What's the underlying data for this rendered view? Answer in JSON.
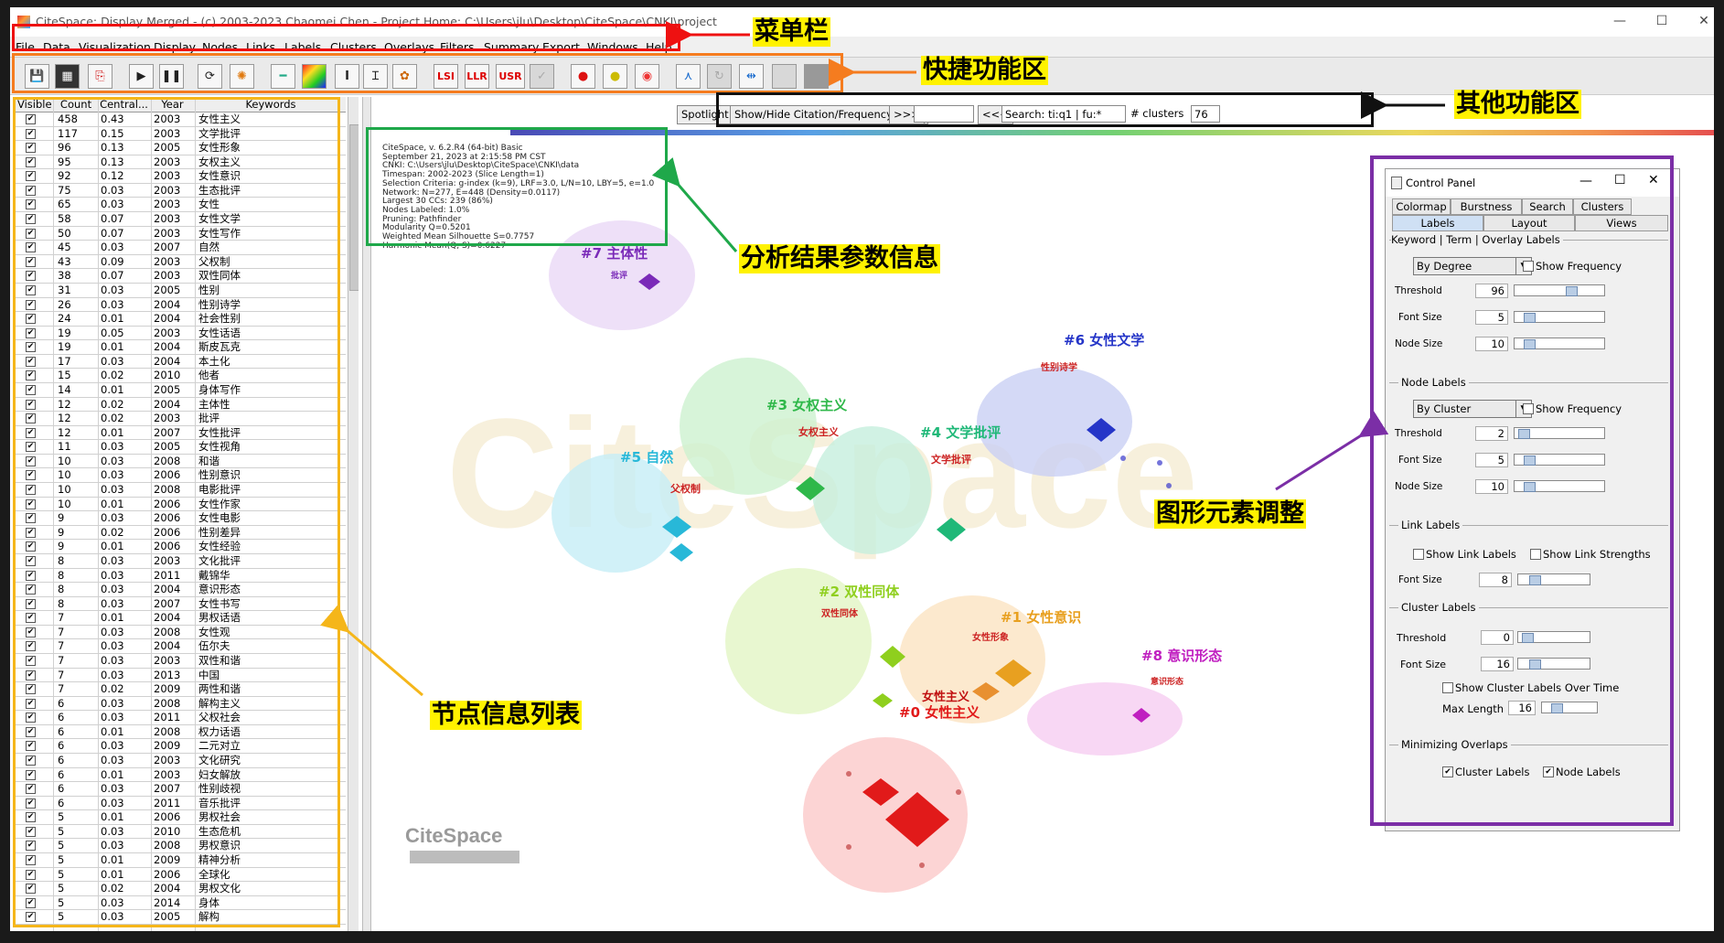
{
  "window": {
    "title": "CiteSpace: Display Merged - (c) 2003-2023 Chaomei Chen - Project Home: C:\\Users\\jlu\\Desktop\\CiteSpace\\CNKI\\project",
    "controls": [
      "—",
      "☐",
      "✕"
    ]
  },
  "menu": [
    "File",
    "Data",
    "Visualization",
    "Display",
    "Nodes",
    "Links",
    "Labels",
    "Clusters",
    "Overlays",
    "Filters",
    "Summary",
    "Export",
    "Windows",
    "Help"
  ],
  "toolbar": {
    "buttons": [
      "save-icon",
      "clapper-icon",
      "pdf-icon",
      "play-icon",
      "pause-icon",
      "refresh-icon",
      "burst-icon",
      "line-icon",
      "grid-icon",
      "text-bold-icon",
      "text-cursor-icon",
      "palette-icon",
      "LSI",
      "LLR",
      "USR",
      "disabled",
      "nodes-red-green-icon",
      "nodes-yellow-icon",
      "target-icon",
      "network-icon",
      "rotate-icon",
      "ruler-icon",
      "disabled2",
      "disabled3"
    ]
  },
  "table": {
    "headers": [
      "Visible",
      "Count",
      "Central...",
      "Year",
      "Keywords"
    ],
    "rows": [
      [
        "458",
        "0.43",
        "2003",
        "女性主义"
      ],
      [
        "117",
        "0.15",
        "2003",
        "文学批评"
      ],
      [
        "96",
        "0.13",
        "2005",
        "女性形象"
      ],
      [
        "95",
        "0.13",
        "2003",
        "女权主义"
      ],
      [
        "92",
        "0.12",
        "2003",
        "女性意识"
      ],
      [
        "75",
        "0.03",
        "2003",
        "生态批评"
      ],
      [
        "65",
        "0.03",
        "2003",
        "女性"
      ],
      [
        "58",
        "0.07",
        "2003",
        "女性文学"
      ],
      [
        "50",
        "0.07",
        "2003",
        "女性写作"
      ],
      [
        "45",
        "0.03",
        "2007",
        "自然"
      ],
      [
        "43",
        "0.09",
        "2003",
        "父权制"
      ],
      [
        "38",
        "0.07",
        "2003",
        "双性同体"
      ],
      [
        "31",
        "0.03",
        "2005",
        "性别"
      ],
      [
        "26",
        "0.03",
        "2004",
        "性别诗学"
      ],
      [
        "24",
        "0.01",
        "2004",
        "社会性别"
      ],
      [
        "19",
        "0.05",
        "2003",
        "女性话语"
      ],
      [
        "19",
        "0.01",
        "2004",
        "斯皮瓦克"
      ],
      [
        "17",
        "0.03",
        "2004",
        "本土化"
      ],
      [
        "15",
        "0.02",
        "2010",
        "他者"
      ],
      [
        "14",
        "0.01",
        "2005",
        "身体写作"
      ],
      [
        "12",
        "0.02",
        "2004",
        "主体性"
      ],
      [
        "12",
        "0.02",
        "2003",
        "批评"
      ],
      [
        "12",
        "0.01",
        "2007",
        "女性批评"
      ],
      [
        "11",
        "0.03",
        "2005",
        "女性视角"
      ],
      [
        "10",
        "0.03",
        "2008",
        "和谐"
      ],
      [
        "10",
        "0.03",
        "2006",
        "性别意识"
      ],
      [
        "10",
        "0.03",
        "2008",
        "电影批评"
      ],
      [
        "10",
        "0.01",
        "2006",
        "女性作家"
      ],
      [
        "9",
        "0.03",
        "2006",
        "女性电影"
      ],
      [
        "9",
        "0.02",
        "2006",
        "性别差异"
      ],
      [
        "9",
        "0.01",
        "2006",
        "女性经验"
      ],
      [
        "8",
        "0.03",
        "2003",
        "文化批评"
      ],
      [
        "8",
        "0.03",
        "2011",
        "戴锦华"
      ],
      [
        "8",
        "0.03",
        "2004",
        "意识形态"
      ],
      [
        "8",
        "0.03",
        "2007",
        "女性书写"
      ],
      [
        "7",
        "0.01",
        "2004",
        "男权话语"
      ],
      [
        "7",
        "0.03",
        "2008",
        "女性观"
      ],
      [
        "7",
        "0.03",
        "2004",
        "伍尔夫"
      ],
      [
        "7",
        "0.03",
        "2003",
        "双性和谐"
      ],
      [
        "7",
        "0.03",
        "2013",
        "中国"
      ],
      [
        "7",
        "0.02",
        "2009",
        "两性和谐"
      ],
      [
        "6",
        "0.03",
        "2008",
        "解构主义"
      ],
      [
        "6",
        "0.03",
        "2011",
        "父权社会"
      ],
      [
        "6",
        "0.01",
        "2008",
        "权力话语"
      ],
      [
        "6",
        "0.03",
        "2009",
        "二元对立"
      ],
      [
        "6",
        "0.03",
        "2003",
        "文化研究"
      ],
      [
        "6",
        "0.01",
        "2003",
        "妇女解放"
      ],
      [
        "6",
        "0.03",
        "2007",
        "性别歧视"
      ],
      [
        "6",
        "0.03",
        "2011",
        "音乐批评"
      ],
      [
        "5",
        "0.01",
        "2006",
        "男权社会"
      ],
      [
        "5",
        "0.03",
        "2010",
        "生态危机"
      ],
      [
        "5",
        "0.03",
        "2008",
        "男权意识"
      ],
      [
        "5",
        "0.01",
        "2009",
        "精神分析"
      ],
      [
        "5",
        "0.01",
        "2006",
        "全球化"
      ],
      [
        "5",
        "0.02",
        "2004",
        "男权文化"
      ],
      [
        "5",
        "0.03",
        "2014",
        "身体"
      ],
      [
        "5",
        "0.03",
        "2005",
        "解构"
      ]
    ]
  },
  "search": {
    "spotlight": "Spotlight",
    "burst": "Show/Hide Citation/Frequency Burst",
    "next": ">>>",
    "prev": "<<<",
    "query": "Search: ti:q1 | fu:*",
    "clusters_label": "# clusters",
    "clusters_value": "76"
  },
  "params": [
    "CiteSpace, v. 6.2.R4 (64-bit) Basic",
    "September 21, 2023 at 2:15:58 PM CST",
    "CNKI: C:\\Users\\jlu\\Desktop\\CiteSpace\\CNKI\\data",
    "Timespan: 2002-2023 (Slice Length=1)",
    "Selection Criteria: g-index (k=9), LRF=3.0, L/N=10, LBY=5, e=1.0",
    "Network: N=277, E=448 (Density=0.0117)",
    "Largest 30 CCs: 239 (86%)",
    "Nodes Labeled: 1.0%",
    "Pruning: Pathfinder",
    "Modularity Q=0.5201",
    "Weighted Mean Silhouette S=0.7757",
    "Harmonic Mean(Q, S)=0.6227"
  ],
  "clusters": [
    {
      "id": "#0 女性主义",
      "sub": "女性主义",
      "color": "#e11a1a"
    },
    {
      "id": "#1 女性意识",
      "sub": "女性形象",
      "color": "#e8a020"
    },
    {
      "id": "#2 双性同体",
      "sub": "双性同体",
      "color": "#8fcf1e"
    },
    {
      "id": "#3 女权主义",
      "sub": "女权主义",
      "color": "#2fb84a"
    },
    {
      "id": "#4 文学批评",
      "sub": "文学批评",
      "color": "#1fb878"
    },
    {
      "id": "#5 自然",
      "sub": "父权制",
      "color": "#28b8d8"
    },
    {
      "id": "#6 女性文学",
      "sub": "性别诗学",
      "color": "#2535c8"
    },
    {
      "id": "#7 主体性",
      "sub": "批评",
      "color": "#7a2ab8"
    },
    {
      "id": "#8 意识形态",
      "sub": "意识形态",
      "color": "#c020c0"
    }
  ],
  "watermark": "CiteSpace",
  "control_panel": {
    "title": "Control Panel",
    "tabs_row1": [
      "Colormap",
      "Burstness",
      "Search",
      "Clusters"
    ],
    "tabs_row2": [
      "Labels",
      "Layout",
      "Views"
    ],
    "keyword_section": "Keyword | Term | Overlay Labels",
    "keyword_mode": "By Degree",
    "show_frequency": "Show Frequency",
    "threshold_label": "Threshold",
    "font_size_label": "Font Size",
    "node_size_label": "Node Size",
    "kw_threshold": "96",
    "kw_font": "5",
    "kw_node": "10",
    "node_section": "Node Labels",
    "node_mode": "By Cluster",
    "nl_threshold": "2",
    "nl_font": "5",
    "nl_node": "10",
    "link_section": "Link Labels",
    "show_link_labels": "Show Link Labels",
    "show_link_strengths": "Show Link Strengths",
    "ll_font": "8",
    "cluster_section": "Cluster Labels",
    "cl_threshold": "0",
    "cl_font": "16",
    "show_over_time": "Show Cluster Labels Over Time",
    "max_length_label": "Max Length",
    "max_length": "16",
    "overlap_section": "Minimizing Overlaps",
    "overlap_cluster": "Cluster Labels",
    "overlap_node": "Node Labels"
  },
  "annotations": {
    "menubar": "菜单栏",
    "quick": "快捷功能区",
    "other": "其他功能区",
    "params": "分析结果参数信息",
    "graphic": "图形元素调整",
    "nodelist": "节点信息列表"
  }
}
